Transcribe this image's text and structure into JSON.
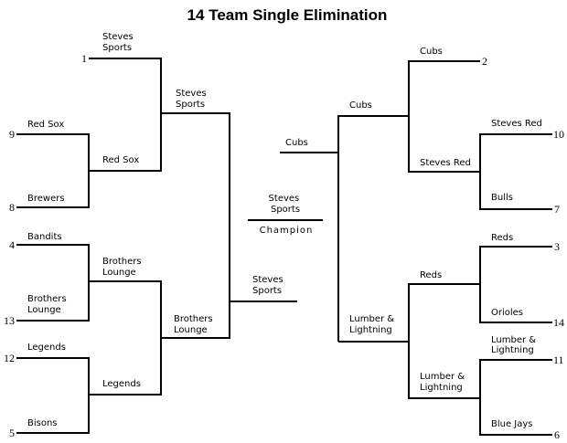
{
  "title": "14 Team Single Elimination",
  "seeds": [
    "1",
    "9",
    "8",
    "4",
    "13",
    "12",
    "5",
    "2",
    "10",
    "7",
    "3",
    "14",
    "11",
    "6"
  ],
  "teams": {
    "r1_steves_sports": [
      "Steves",
      "Sports"
    ],
    "r1_red_sox": "Red Sox",
    "r1_brewers": "Brewers",
    "r1_bandits": "Bandits",
    "r1_brothers_lounge": [
      "Brothers",
      "Lounge"
    ],
    "r1_legends": "Legends",
    "r1_bisons": "Bisons",
    "r2_red_sox": "Red Sox",
    "r2_brothers_lounge": [
      "Brothers",
      "Lounge"
    ],
    "r2_legends": "Legends",
    "r3_steves_sports": [
      "Steves",
      "Sports"
    ],
    "r3_brothers_lounge": [
      "Brothers",
      "Lounge"
    ],
    "left_final": [
      "Steves",
      "Sports"
    ],
    "r1_cubs": "Cubs",
    "r1_steves_red": "Steves Red",
    "r1_bulls": "Bulls",
    "r1_reds": "Reds",
    "r1_orioles": "Orioles",
    "r1_lumber_lightning": [
      "Lumber &",
      "Lightning"
    ],
    "r1_blue_jays": "Blue Jays",
    "r2_steves_red": "Steves Red",
    "r2_reds": "Reds",
    "r2_lumber_lightning": [
      "Lumber &",
      "Lightning"
    ],
    "r3_cubs": "Cubs",
    "r3_lumber_lightning": [
      "Lumber &",
      "Lightning"
    ],
    "right_final": "Cubs"
  },
  "champion": {
    "name": [
      "Steves",
      "Sports"
    ],
    "caption": "Champion"
  }
}
